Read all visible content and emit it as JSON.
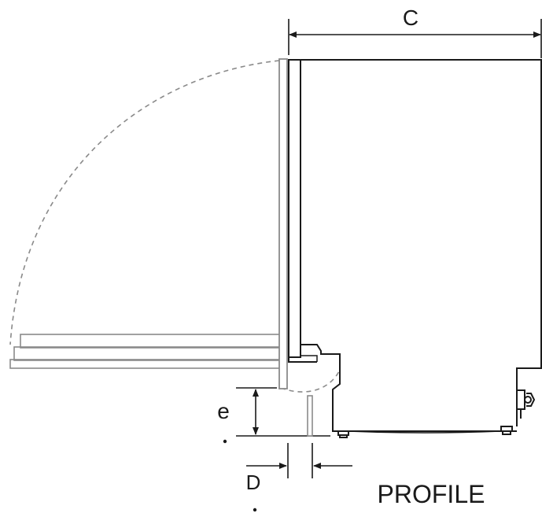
{
  "labels": {
    "c": "C",
    "e": "e",
    "d": "D",
    "profile": "PROFILE"
  },
  "colors": {
    "line": "#1a1a1a",
    "door_gray": "#8a8a8a",
    "arc_dashed": "#8a8a8a"
  }
}
